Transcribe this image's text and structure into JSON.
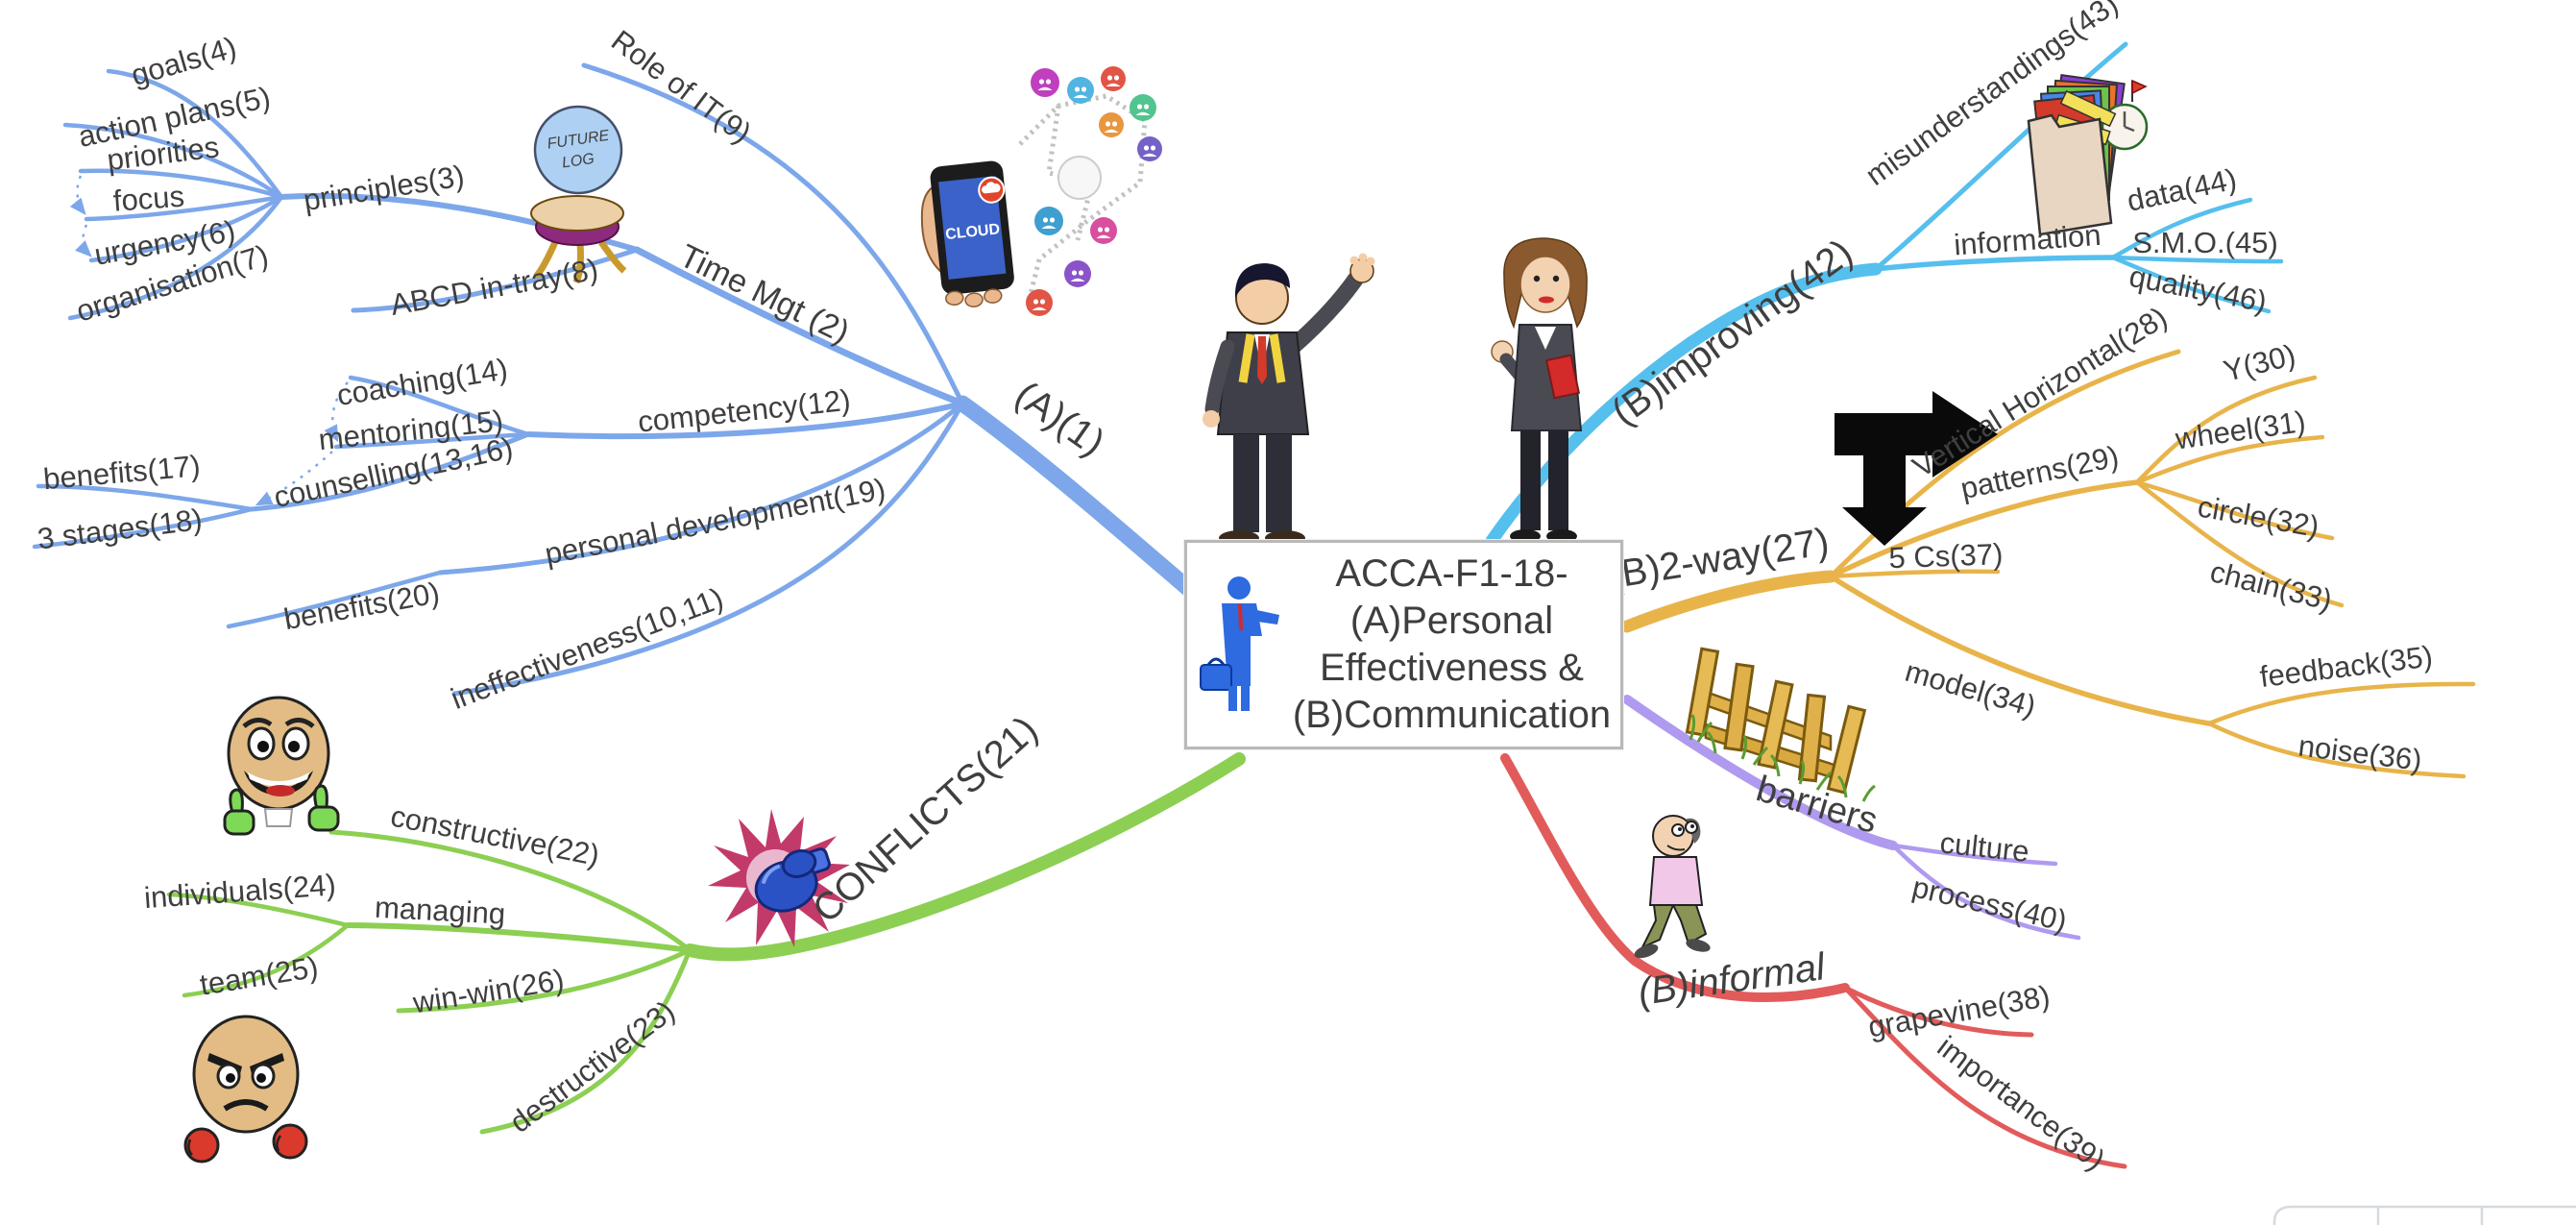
{
  "center": {
    "lines": [
      "ACCA-F1-18-",
      "(A)Personal",
      "Effectiveness &",
      "(B)Communication"
    ]
  },
  "branches": {
    "personal": {
      "label": "(A)(1)",
      "color": "#7da7ea",
      "nodes": {
        "time_mgt": "Time Mgt (2)",
        "principles": "principles(3)",
        "goals": "goals(4)",
        "action_plans": "action plans(5)",
        "priorities": "priorities",
        "focus": "focus",
        "urgency": "urgency(6)",
        "organisation": "organisation(7)",
        "abcd_in_tray": "ABCD in-tray(8)",
        "role_of_it": "Role of IT(9)",
        "ineffectiveness": "ineffectiveness(10,11)",
        "competency": "competency(12)",
        "coaching": "coaching(14)",
        "mentoring": "mentoring(15)",
        "counselling": "counselling(13,16)",
        "benefits_17": "benefits(17)",
        "three_stages": "3 stages(18)",
        "personal_development": "personal development(19)",
        "benefits_20": "benefits(20)"
      }
    },
    "conflicts": {
      "label": "CONFLICTS(21)",
      "color": "#8ccf52",
      "nodes": {
        "constructive": "constructive(22)",
        "destructive": "destructive(23)",
        "managing": "managing",
        "individuals": "individuals(24)",
        "team": "team(25)",
        "win_win": "win-win(26)"
      }
    },
    "two_way": {
      "label": "(B)2-way(27)",
      "color": "#e8b44a",
      "nodes": {
        "vertical_horizontal": "Vertical Horizontal(28)",
        "patterns": "patterns(29)",
        "y": "Y(30)",
        "wheel": "wheel(31)",
        "circle": "circle(32)",
        "chain": "chain(33)",
        "model": "model(34)",
        "feedback": "feedback(35)",
        "noise": "noise(36)",
        "five_cs": "5 Cs(37)"
      }
    },
    "informal": {
      "label": "(B)informal",
      "color": "#e25b5b",
      "nodes": {
        "grapevine": "grapevine(38)",
        "importance": "importance(39)"
      }
    },
    "barriers": {
      "label": "barriers",
      "color": "#b09af0",
      "nodes": {
        "culture": "culture",
        "process": "process(40)"
      }
    },
    "improving": {
      "label": "(B)improving(42)",
      "color": "#55bfee",
      "nodes": {
        "misunderstandings": "misunderstandings(43)",
        "information": "information",
        "data": "data(44)",
        "smo": "S.M.O.(45)",
        "quality": "quality(46)"
      }
    }
  },
  "icons": {
    "future_log_caption_1": "FUTURE",
    "future_log_caption_2": "LOG",
    "cloud_caption": "CLOUD"
  }
}
